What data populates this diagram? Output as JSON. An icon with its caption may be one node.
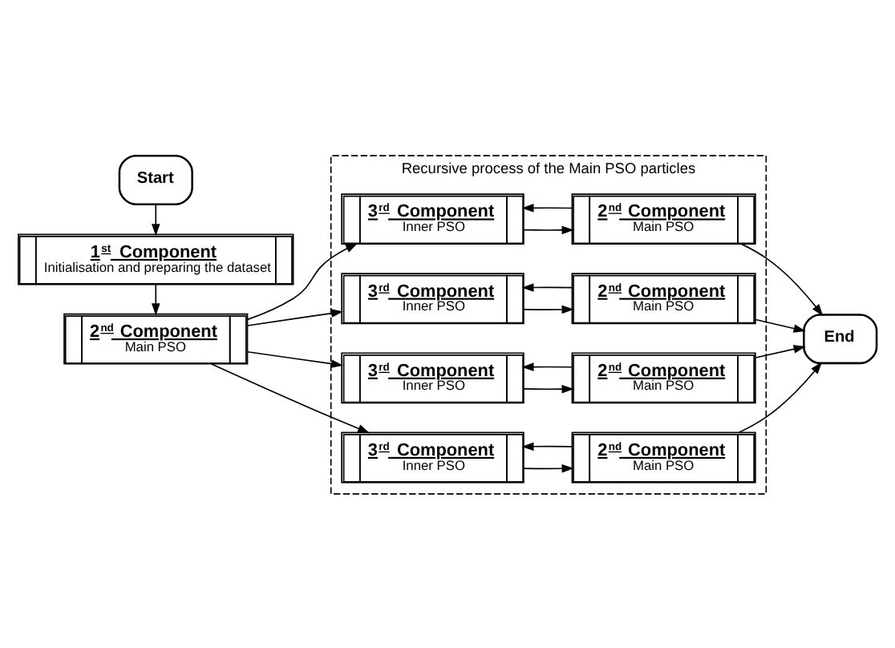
{
  "diagram": {
    "nodes": [
      {
        "text": [
          "Start"
        ]
      },
      {
        "text": [
          "1$^{st}$ Component",
          "Initialisation and preparing the dataset"
        ]
      },
      {
        "text": [
          "2$^{nd}$ Component",
          "Main PSO"
        ]
      },
      {
        "text": [
          "Recursive process of the Main PSO particles"
        ]
      },
      {
        "text": [
          "3$^{rd}$ Component",
          "Inner PSO"
        ],
        "in": 3
      },
      {
        "text": [
          "2$^{nd}$ Component",
          "Main PSO"
        ],
        "in": 3
      },
      {
        "text": [
          "3$^{rd}$ Component",
          "Inner PSO"
        ],
        "in": 3
      },
      {
        "text": [
          "2$^{nd}$ Component",
          "Main PSO"
        ],
        "in": 3
      },
      {
        "text": [
          "3$^{rd}$ Component",
          "Inner PSO"
        ],
        "in": 3
      },
      {
        "text": [
          "2$^{nd}$ Component",
          "Main PSO"
        ],
        "in": 3
      },
      {
        "text": [
          "3$^{rd}$ Component",
          "Inner PSO"
        ],
        "in": 3
      },
      {
        "text": [
          "2$^{nd}$ Component",
          "Main PSO"
        ],
        "in": 3
      },
      {
        "text": [
          "End"
        ]
      }
    ],
    "edges": [
      {
        "from": 0,
        "to": 1,
        "arrow": "to"
      },
      {
        "from": 1,
        "to": 2,
        "arrow": "to"
      },
      {
        "from": 2,
        "to": 4,
        "arrow": "to"
      },
      {
        "from": 2,
        "to": 6,
        "arrow": "to"
      },
      {
        "from": 2,
        "to": 8,
        "arrow": "to"
      },
      {
        "from": 2,
        "to": 10,
        "arrow": "to"
      },
      {
        "from": 4,
        "to": 5,
        "arrow": "to"
      },
      {
        "from": 5,
        "to": 4,
        "arrow": "to"
      },
      {
        "from": 6,
        "to": 7,
        "arrow": "to"
      },
      {
        "from": 7,
        "to": 6,
        "arrow": "to"
      },
      {
        "from": 8,
        "to": 9,
        "arrow": "to"
      },
      {
        "from": 9,
        "to": 8,
        "arrow": "to"
      },
      {
        "from": 10,
        "to": 11,
        "arrow": "to"
      },
      {
        "from": 11,
        "to": 10,
        "arrow": "to"
      },
      {
        "from": 5,
        "to": 12,
        "arrow": "to"
      },
      {
        "from": 7,
        "to": 12,
        "arrow": "to"
      },
      {
        "from": 9,
        "to": 12,
        "arrow": "to"
      },
      {
        "from": 11,
        "to": 12,
        "arrow": "to"
      }
    ]
  }
}
